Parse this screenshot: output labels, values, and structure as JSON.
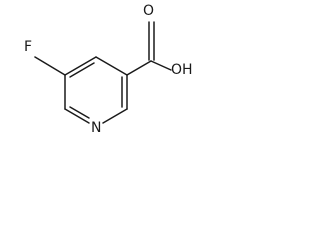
{
  "molecule": {
    "atoms": {
      "fluorine": "F",
      "nitrogen": "N",
      "carbonyl_oxygen": "O",
      "hydroxyl": "OH"
    },
    "colors": {
      "bond": "#1a1a1a",
      "background": "#ffffff"
    }
  }
}
